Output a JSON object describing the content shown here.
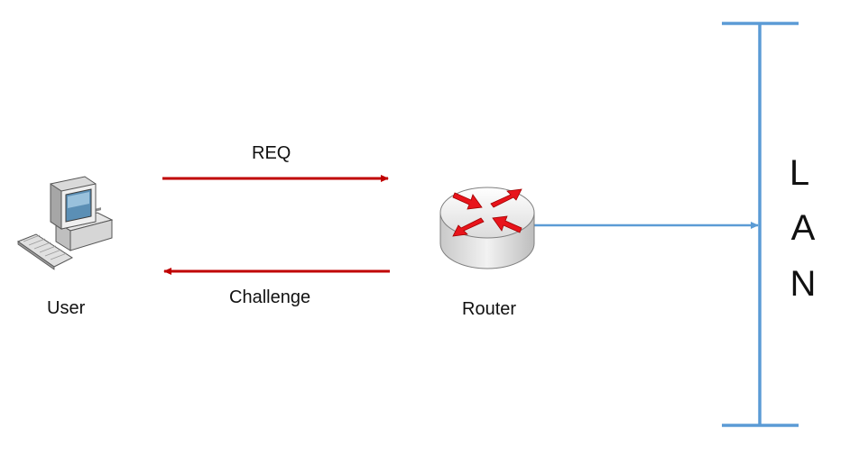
{
  "labels": {
    "user": "User",
    "router": "Router",
    "request": "REQ",
    "challenge": "Challenge",
    "lan": [
      "L",
      "A",
      "N"
    ]
  },
  "icons": {
    "user": "desktop-computer-icon",
    "router": "router-icon"
  },
  "colors": {
    "message_arrow": "#c00000",
    "lan_line": "#5b9bd5",
    "router_body": "#e6e6e6",
    "router_arrows": "#e8141b"
  }
}
